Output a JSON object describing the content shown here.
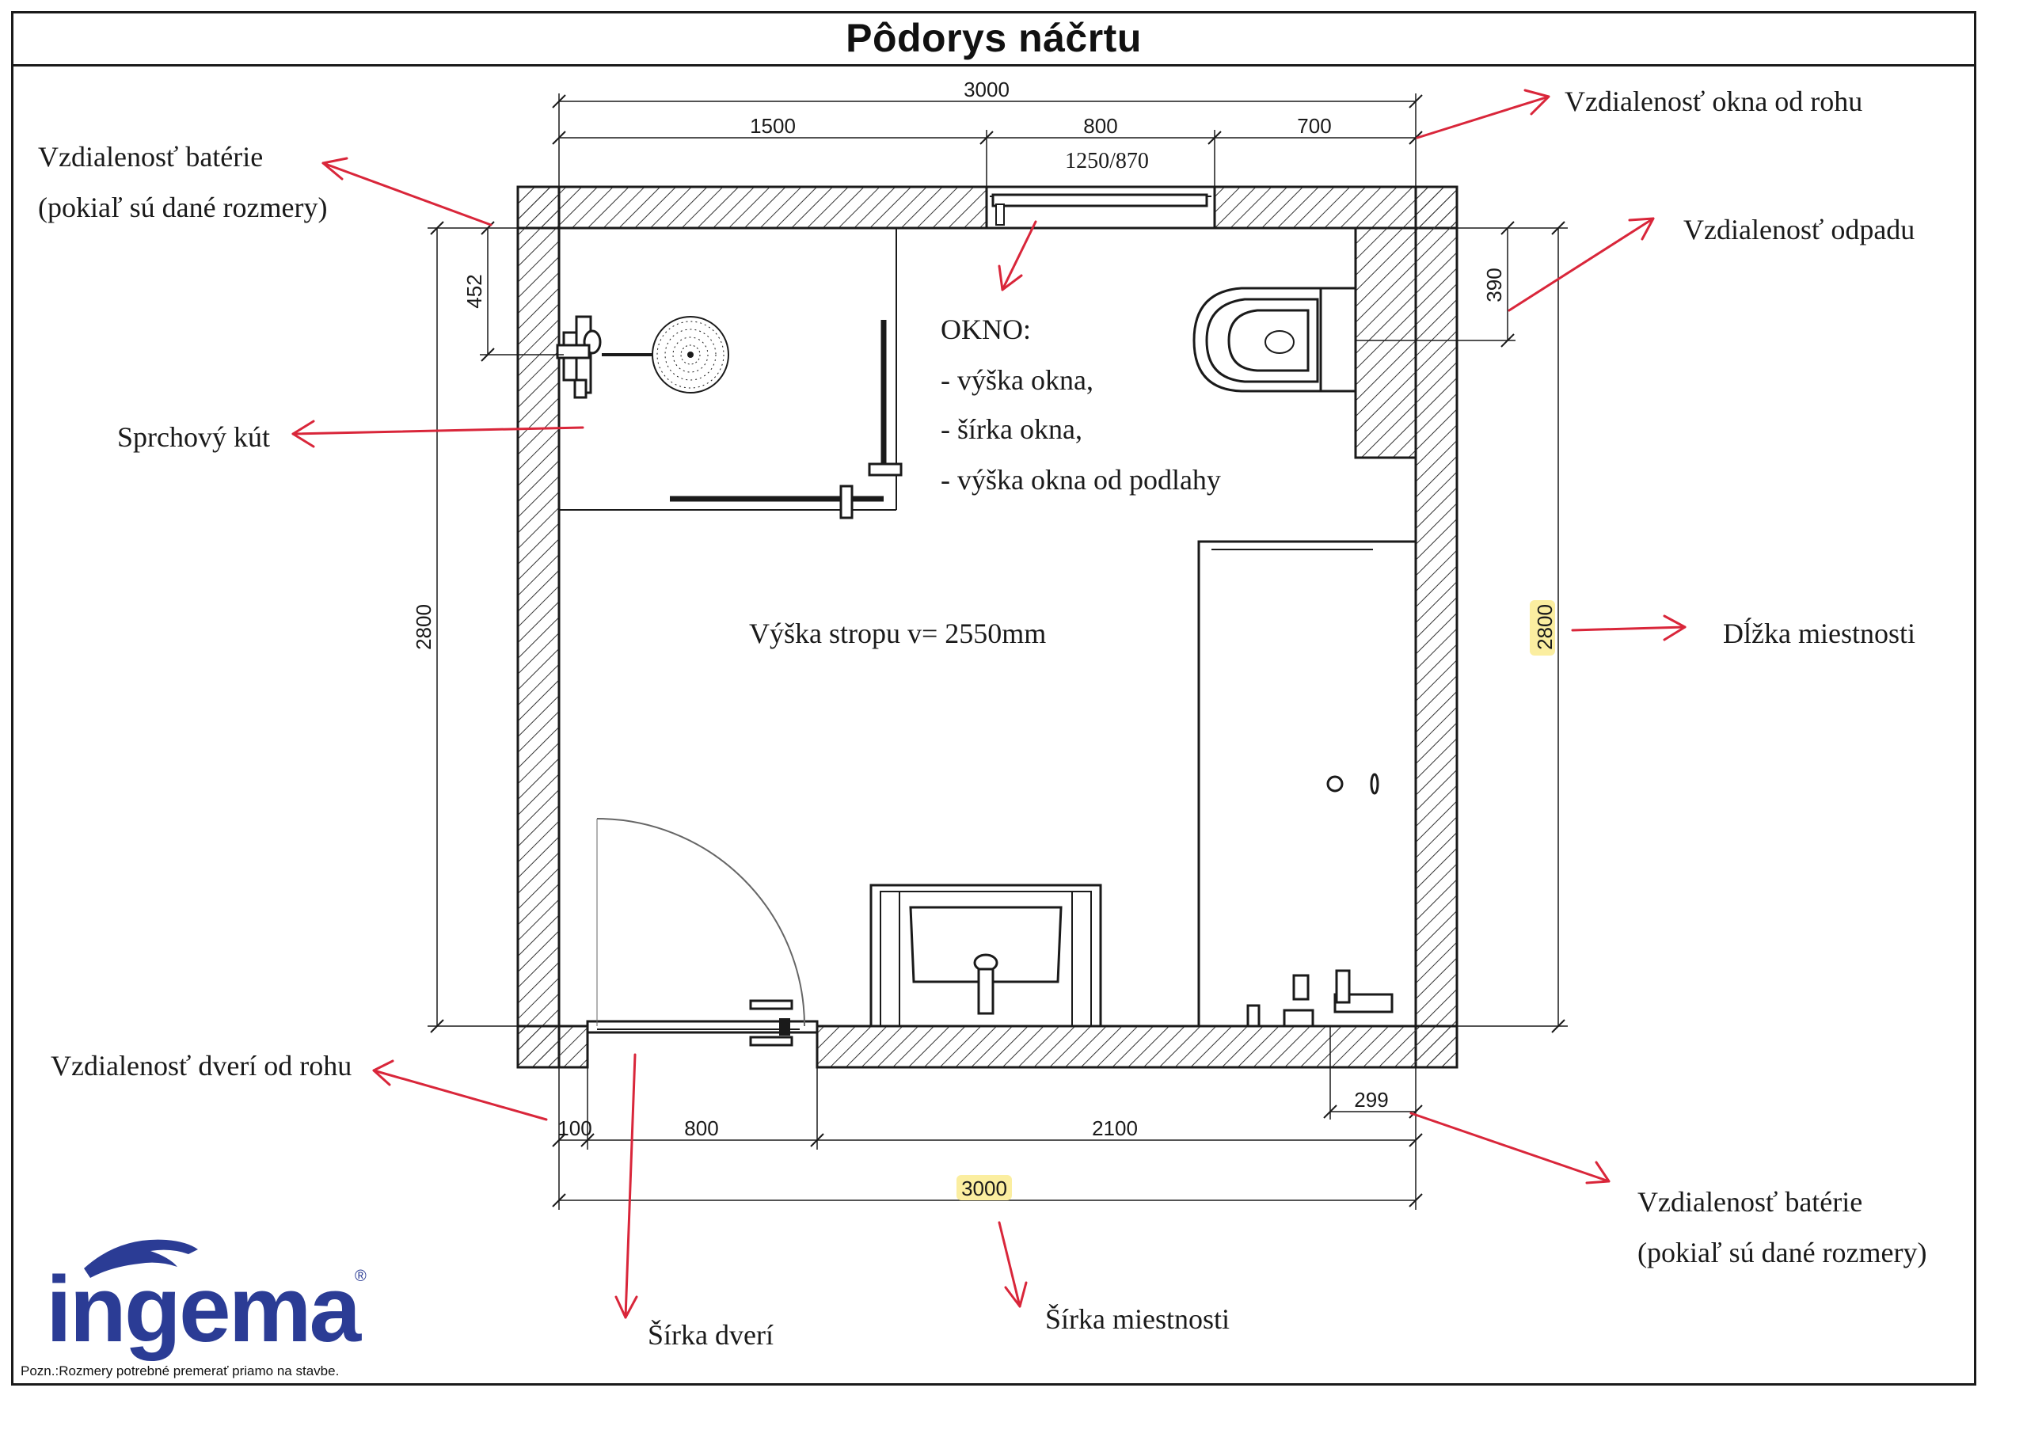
{
  "title": "Pôdorys náčrtu",
  "dimensions": {
    "top_total": "3000",
    "top_left": "1500",
    "top_window": "800",
    "top_right": "700",
    "window_size": "1250/870",
    "left_battery": "452",
    "left_length": "2800",
    "right_drain": "390",
    "right_length": "2800",
    "bottom_corner": "100",
    "bottom_door": "800",
    "bottom_rest": "2100",
    "bottom_battery": "299",
    "bottom_total": "3000"
  },
  "labels": {
    "window_from_corner": "Vzdialenosť okna od rohu",
    "battery_left_1": "Vzdialenosť batérie",
    "battery_left_2": "(pokiaľ sú dané rozmery)",
    "drain_distance": "Vzdialenosť odpadu",
    "shower_corner": "Sprchový kút",
    "window_title": "OKNO:",
    "window_height": "- výška okna,",
    "window_width": "- šírka okna,",
    "window_sill": "- výška okna od podlahy",
    "ceiling_height": "Výška stropu v= 2550mm",
    "room_length": "Dĺžka miestnosti",
    "door_from_corner": "Vzdialenosť dverí od rohu",
    "battery_right_1": "Vzdialenosť batérie",
    "battery_right_2": "(pokiaľ sú dané rozmery)",
    "door_width": "Šírka dverí",
    "room_width": "Šírka miestnosti"
  },
  "logo": {
    "text": "ingema",
    "mark": "®"
  },
  "footnote": "Pozn.:Rozmery potrebné premerať priamo na stavbe.",
  "colors": {
    "arrow": "#d9263a",
    "highlight": "#fbeea0",
    "logo": "#2b3c95",
    "line": "#1a1a1a"
  }
}
